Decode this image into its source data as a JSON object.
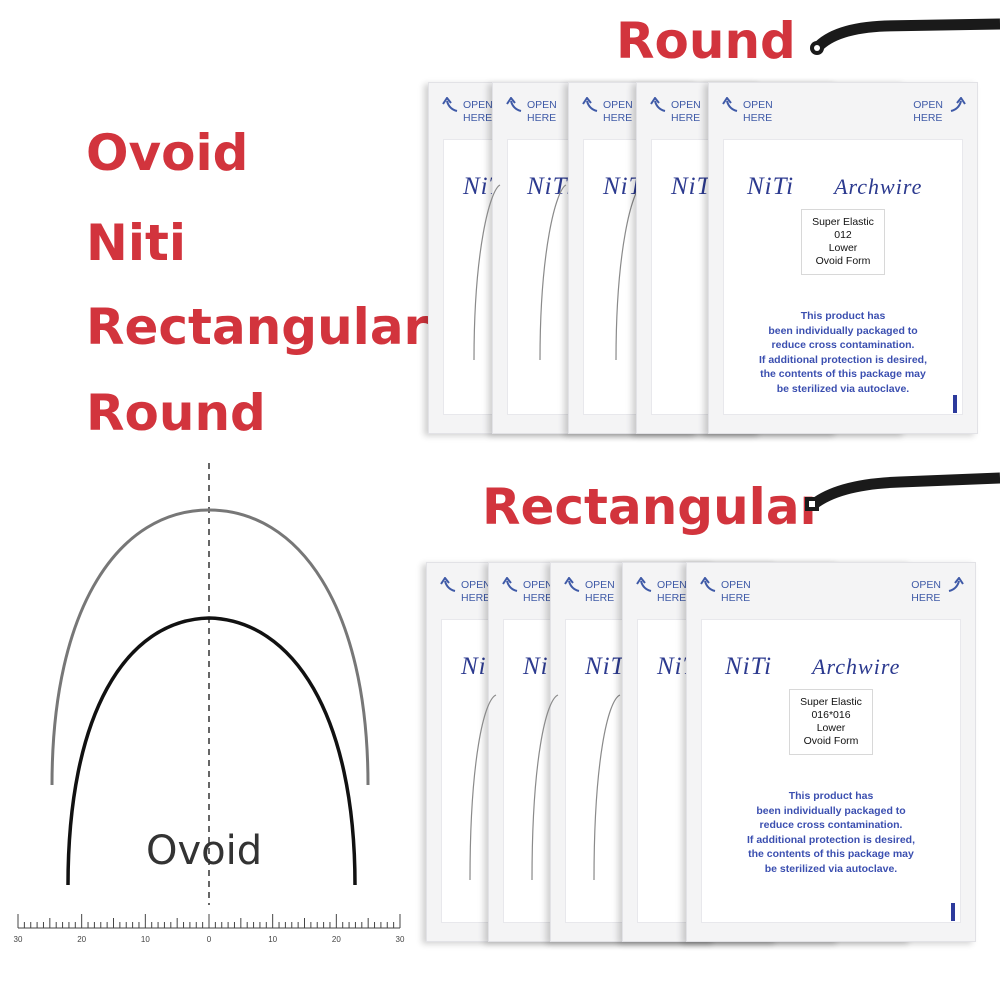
{
  "headings": {
    "left": [
      "Ovoid",
      "Niti",
      "Rectangular+",
      "Round"
    ],
    "round": "Round",
    "rectangular": "Rectangular"
  },
  "diagram": {
    "shape_label": "Ovoid",
    "ruler_ticks": [
      "30",
      "20",
      "10",
      "0",
      "10",
      "20",
      "30"
    ]
  },
  "package": {
    "open_text": "OPEN\nHERE",
    "brand_niti": "NiTi",
    "brand_archwire": "Archwire",
    "notice_lines": [
      "This product has",
      "been individually packaged to",
      "reduce cross contamination.",
      "If additional protection is desired,",
      "the contents of this package may",
      "be sterilized via autoclave."
    ]
  },
  "round_package_label": [
    "Super Elastic",
    "012",
    "Lower",
    "Ovoid Form"
  ],
  "rect_package_label": [
    "Super Elastic",
    "016*016",
    "Lower",
    "Ovoid Form"
  ],
  "colors": {
    "heading_red": "#d2343d",
    "package_blue": "#3b4fb0",
    "brand_navy": "#2c3a8f"
  }
}
